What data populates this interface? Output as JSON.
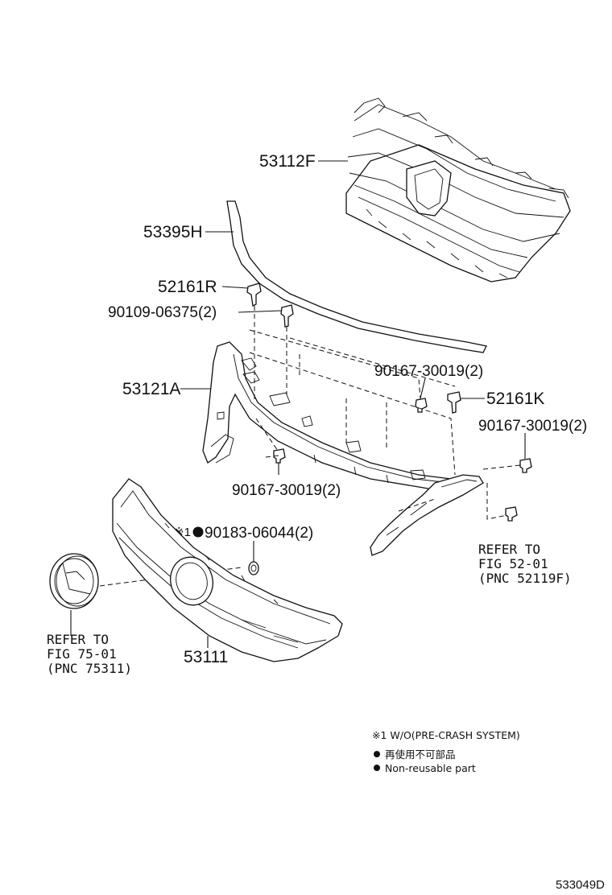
{
  "diagram": {
    "parts": {
      "p53112F": "53112F",
      "p53395H": "53395H",
      "p52161R": "52161R",
      "p90109": "90109-06375(2)",
      "p53121A": "53121A",
      "p90167a": "90167-30019(2)",
      "p52161K": "52161K",
      "p90167b": "90167-30019(2)",
      "p90167c": "90167-30019(2)",
      "p90183": "90183-06044(2)",
      "p90183_prefix": "※1",
      "p53111": "53111"
    },
    "references": {
      "ref_right": [
        "REFER TO",
        "FIG 52-01",
        "(PNC 52119F)"
      ],
      "ref_left": [
        "REFER TO",
        "FIG 75-01",
        "(PNC 75311)"
      ]
    },
    "legend": {
      "note1": "※1 W/O(PRE-CRASH SYSTEM)",
      "note2": "再使用不可部品",
      "note3": "Non-reusable part"
    },
    "code": "533049D"
  }
}
